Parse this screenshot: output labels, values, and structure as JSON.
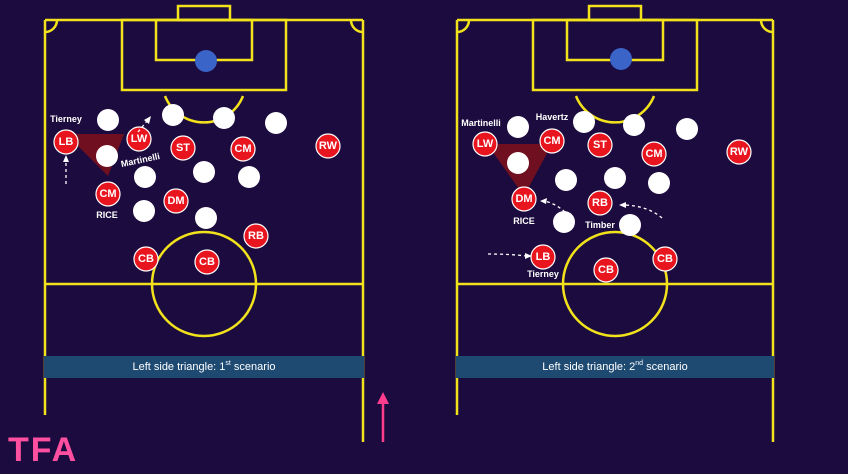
{
  "logo_text": "TFA",
  "colors": {
    "background": "#1c0b3e",
    "pitch_lines": "#f2e21c",
    "team": "#e8141e",
    "opponent": "#ffffff",
    "ball": "#3a64c8",
    "triangle": "#7a0f1c",
    "caption_bg": "#1e4a72",
    "logo": "#ff4fa0",
    "direction_arrow": "#ff3d8f"
  },
  "panels": [
    {
      "id": "scenario-1",
      "caption_main": "Left side triangle: 1",
      "caption_sup": "st",
      "caption_end": " scenario",
      "players": [
        {
          "label": "LB"
        },
        {
          "label": "LW"
        },
        {
          "label": "ST"
        },
        {
          "label": "CM"
        },
        {
          "label": "RW"
        },
        {
          "label": "CM"
        },
        {
          "label": "DM"
        },
        {
          "label": "RB"
        },
        {
          "label": "CB"
        },
        {
          "label": "CB"
        }
      ],
      "names": [
        "Tierney",
        "Martinelli",
        "RICE"
      ]
    },
    {
      "id": "scenario-2",
      "caption_main": "Left side triangle: 2",
      "caption_sup": "nd",
      "caption_end": " scenario",
      "players": [
        {
          "label": "LW"
        },
        {
          "label": "CM"
        },
        {
          "label": "ST"
        },
        {
          "label": "CM"
        },
        {
          "label": "RW"
        },
        {
          "label": "DM"
        },
        {
          "label": "RB"
        },
        {
          "label": "LB"
        },
        {
          "label": "CB"
        },
        {
          "label": "CB"
        }
      ],
      "names": [
        "Martinelli",
        "Havertz",
        "RICE",
        "Timber",
        "Tierney"
      ]
    }
  ]
}
